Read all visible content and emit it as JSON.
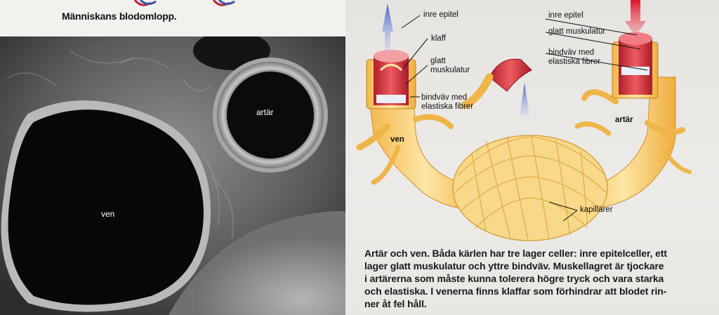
{
  "heading": "Människans blodomlopp.",
  "micrograph": {
    "vein_label": "ven",
    "artery_label": "artär"
  },
  "diagram": {
    "vein_label": "ven",
    "artery_label": "artär",
    "vein_layers": {
      "inner": "inre epitel",
      "valve": "klaff",
      "muscle_1": "glatt",
      "muscle_2": "muskulatur",
      "connective_1": "bindväv med",
      "connective_2": "elastiska fibrer"
    },
    "artery_layers": {
      "inner": "inre epitel",
      "muscle": "glatt muskulatur",
      "connective_1": "bindväv med",
      "connective_2": "elastiska fibrer"
    },
    "capillaries": "kapillärer"
  },
  "caption": {
    "lines": [
      "Artär och ven. Båda kärlen har tre lager celler: inre epitelceller, ett",
      "lager glatt muskulatur och yttre bindväv. Muskellagret är tjockare",
      "i artärerna som måste kunna tolerera högre tryck och vara starka",
      "och elastiska. I venerna finns klaffar som förhindrar att blodet rin-",
      "ner åt fel håll."
    ]
  }
}
